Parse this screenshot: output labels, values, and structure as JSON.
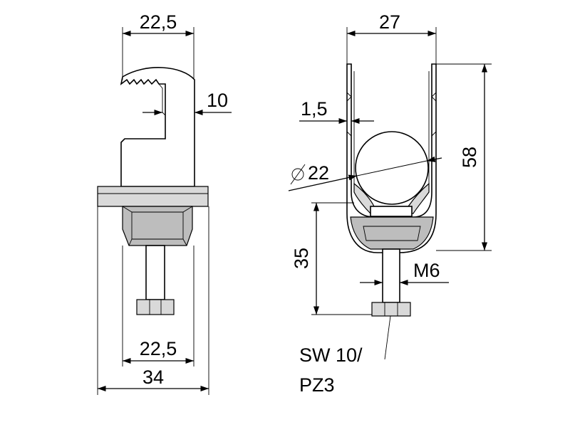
{
  "left_view": {
    "top_width": "22,5",
    "slot_depth": "10",
    "inner_width": "22,5",
    "base_width": "34"
  },
  "right_view": {
    "top_width": "27",
    "wall_thickness": "1,5",
    "cable_diameter": "22",
    "height": "58",
    "bolt_height": "35",
    "bolt_thread": "M6",
    "tool_line1": "SW 10/",
    "tool_line2": "PZ3"
  },
  "symbols": {
    "diameter": "diameter-symbol"
  }
}
